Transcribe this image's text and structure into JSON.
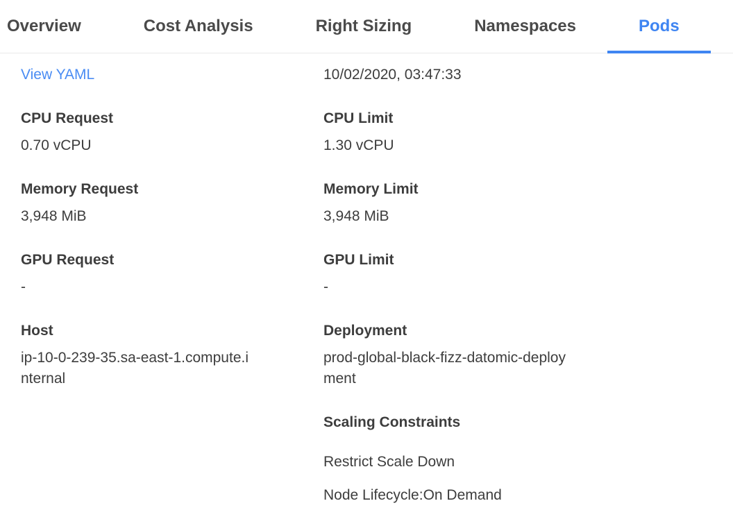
{
  "colors": {
    "accent": "#3f85f2",
    "link": "#4a8cf3",
    "text": "#3d3d3d",
    "tab_text": "#4a4a4a",
    "border": "#e9e9e9"
  },
  "tabs": [
    {
      "label": "Overview",
      "active": false
    },
    {
      "label": "Cost Analysis",
      "active": false
    },
    {
      "label": "Right Sizing",
      "active": false
    },
    {
      "label": "Namespaces",
      "active": false
    },
    {
      "label": "Pods",
      "active": true
    }
  ],
  "details": {
    "view_yaml_label": "View YAML",
    "timestamp": "10/02/2020, 03:47:33",
    "left": {
      "cpu_request": {
        "label": "CPU Request",
        "value": "0.70 vCPU"
      },
      "memory_request": {
        "label": "Memory Request",
        "value": "3,948 MiB"
      },
      "gpu_request": {
        "label": "GPU Request",
        "value": "-"
      },
      "host": {
        "label": "Host",
        "value": "ip-10-0-239-35.sa-east-1.compute.internal"
      }
    },
    "right": {
      "cpu_limit": {
        "label": "CPU Limit",
        "value": "1.30 vCPU"
      },
      "memory_limit": {
        "label": "Memory Limit",
        "value": "3,948 MiB"
      },
      "gpu_limit": {
        "label": "GPU Limit",
        "value": "-"
      },
      "deployment": {
        "label": "Deployment",
        "value": "prod-global-black-fizz-datomic-deployment"
      },
      "scaling_constraints": {
        "label": "Scaling Constraints",
        "items": [
          "Restrict Scale Down",
          "Node Lifecycle:On Demand"
        ]
      }
    }
  }
}
